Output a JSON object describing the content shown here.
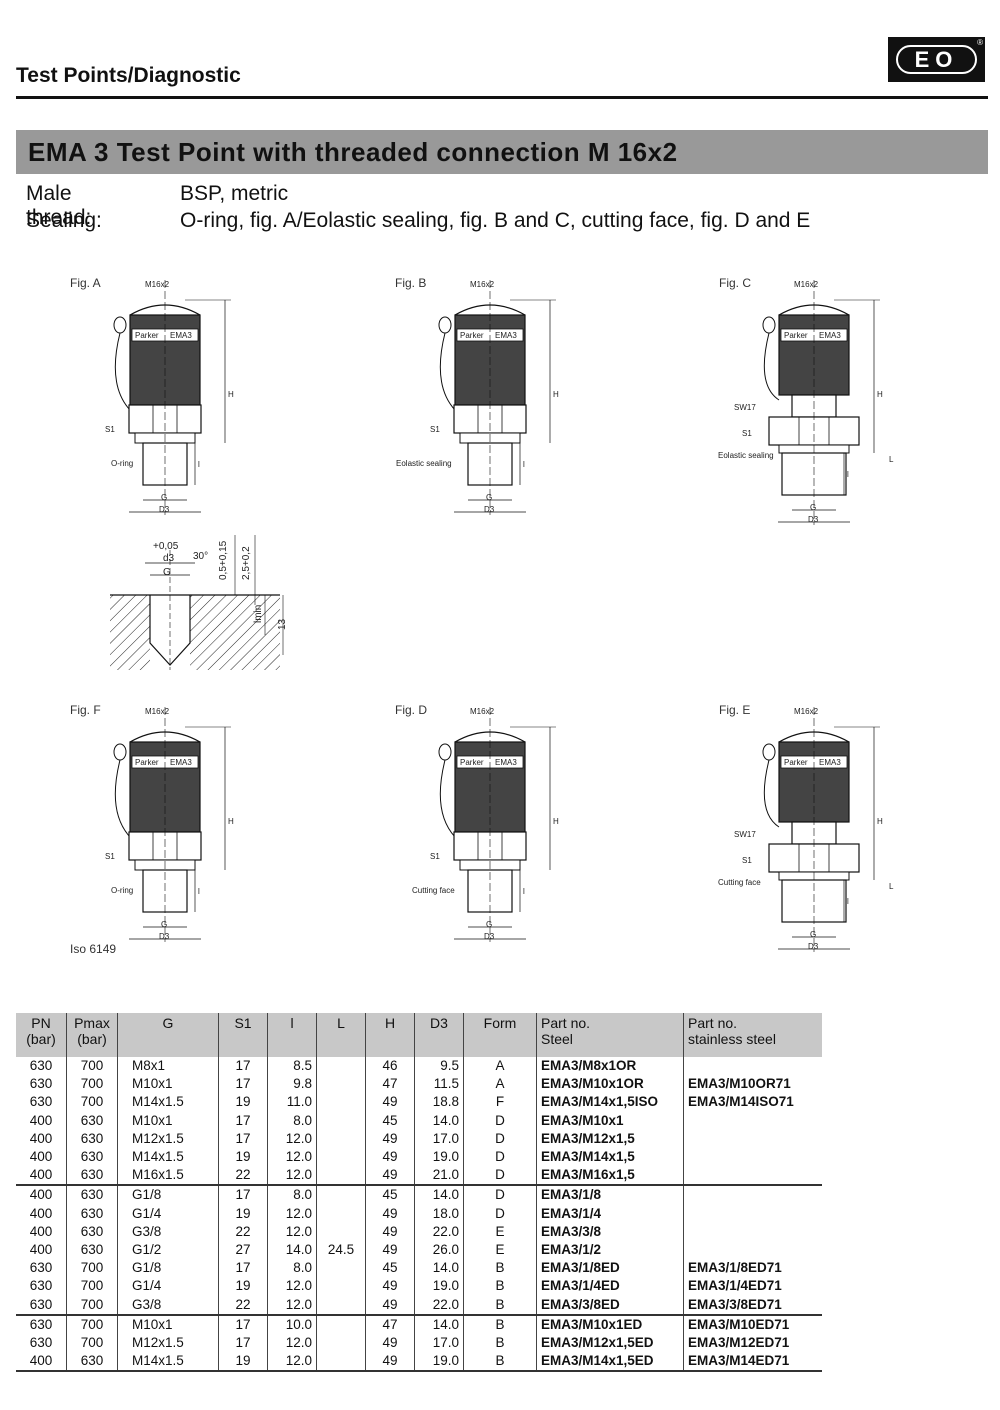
{
  "header": {
    "title": "Test Points/Diagnostic",
    "logo": "EO",
    "logo_mark": "®"
  },
  "section": {
    "title": "EMA 3  Test Point with threaded connection M 16x2"
  },
  "specs": [
    {
      "key": "Male thread:",
      "value": "BSP, metric"
    },
    {
      "key": "Sealing:",
      "value": "O-ring, fig. A/Eolastic sealing, fig. B and C, cutting face, fig. D and E"
    }
  ],
  "figures": {
    "a": {
      "label": "Fig. A",
      "thread": "M16x2",
      "s1": "S1",
      "seal": "O-ring",
      "g": "G",
      "d3": "D3",
      "h": "H",
      "l": "l",
      "brand": "Parker",
      "model": "EMA3"
    },
    "b": {
      "label": "Fig. B",
      "thread": "M16x2",
      "s1": "S1",
      "seal": "Eolastic sealing",
      "g": "G",
      "d3": "D3",
      "h": "H",
      "l": "l",
      "brand": "Parker",
      "model": "EMA3"
    },
    "c": {
      "label": "Fig. C",
      "thread": "M16x2",
      "sw": "SW17",
      "s1": "S1",
      "seal": "Eolastic sealing",
      "g": "G",
      "d3": "D3",
      "h": "H",
      "l": "l",
      "L": "L",
      "brand": "Parker",
      "model": "EMA3"
    },
    "f": {
      "label": "Fig. F",
      "thread": "M16x2",
      "s1": "S1",
      "seal": "O-ring",
      "g": "G",
      "d3": "D3",
      "h": "H",
      "l": "l",
      "brand": "Parker",
      "model": "EMA3",
      "iso": "Iso 6149"
    },
    "d": {
      "label": "Fig. D",
      "thread": "M16x2",
      "s1": "S1",
      "seal": "Cutting face",
      "g": "G",
      "d3": "D3",
      "h": "H",
      "l": "l",
      "brand": "Parker",
      "model": "EMA3"
    },
    "e": {
      "label": "Fig. E",
      "thread": "M16x2",
      "sw": "SW17",
      "s1": "S1",
      "seal": "Cutting face",
      "g": "G",
      "d3": "D3",
      "h": "H",
      "l": "l",
      "L": "L",
      "brand": "Parker",
      "model": "EMA3"
    }
  },
  "port_detail": {
    "tol": "+0,05",
    "d3": "d3",
    "angle": "30°",
    "g": "G",
    "dim1": "0,5+0,15",
    "dim2": "2,5+0,2",
    "dim3": "13",
    "lmin": "lmin"
  },
  "table": {
    "headers": [
      {
        "l1": "PN",
        "l2": "(bar)"
      },
      {
        "l1": "Pmax",
        "l2": "(bar)"
      },
      {
        "l1": "G",
        "l2": ""
      },
      {
        "l1": "S1",
        "l2": ""
      },
      {
        "l1": "l",
        "l2": ""
      },
      {
        "l1": "L",
        "l2": ""
      },
      {
        "l1": "H",
        "l2": ""
      },
      {
        "l1": "D3",
        "l2": ""
      },
      {
        "l1": "Form",
        "l2": ""
      },
      {
        "l1": "Part no.",
        "l2": "Steel"
      },
      {
        "l1": "Part no.",
        "l2": "stainless steel"
      }
    ],
    "rows": [
      [
        "630",
        "700",
        "M8x1",
        "17",
        "8.5",
        "",
        "46",
        "9.5",
        "A",
        "EMA3/M8x1OR",
        ""
      ],
      [
        "630",
        "700",
        "M10x1",
        "17",
        "9.8",
        "",
        "47",
        "11.5",
        "A",
        "EMA3/M10x1OR",
        "EMA3/M10OR71"
      ],
      [
        "630",
        "700",
        "M14x1.5",
        "19",
        "11.0",
        "",
        "49",
        "18.8",
        "F",
        "EMA3/M14x1,5ISO",
        "EMA3/M14ISO71"
      ],
      [
        "400",
        "630",
        "M10x1",
        "17",
        "8.0",
        "",
        "45",
        "14.0",
        "D",
        "EMA3/M10x1",
        ""
      ],
      [
        "400",
        "630",
        "M12x1.5",
        "17",
        "12.0",
        "",
        "49",
        "17.0",
        "D",
        "EMA3/M12x1,5",
        ""
      ],
      [
        "400",
        "630",
        "M14x1.5",
        "19",
        "12.0",
        "",
        "49",
        "19.0",
        "D",
        "EMA3/M14x1,5",
        ""
      ],
      [
        "400",
        "630",
        "M16x1.5",
        "22",
        "12.0",
        "",
        "49",
        "21.0",
        "D",
        "EMA3/M16x1,5",
        ""
      ],
      [
        "400",
        "630",
        "G1/8",
        "17",
        "8.0",
        "",
        "45",
        "14.0",
        "D",
        "EMA3/1/8",
        ""
      ],
      [
        "400",
        "630",
        "G1/4",
        "19",
        "12.0",
        "",
        "49",
        "18.0",
        "D",
        "EMA3/1/4",
        ""
      ],
      [
        "400",
        "630",
        "G3/8",
        "22",
        "12.0",
        "",
        "49",
        "22.0",
        "E",
        "EMA3/3/8",
        ""
      ],
      [
        "400",
        "630",
        "G1/2",
        "27",
        "14.0",
        "24.5",
        "49",
        "26.0",
        "E",
        "EMA3/1/2",
        ""
      ],
      [
        "630",
        "700",
        "G1/8",
        "17",
        "8.0",
        "",
        "45",
        "14.0",
        "B",
        "EMA3/1/8ED",
        "EMA3/1/8ED71"
      ],
      [
        "630",
        "700",
        "G1/4",
        "19",
        "12.0",
        "",
        "49",
        "19.0",
        "B",
        "EMA3/1/4ED",
        "EMA3/1/4ED71"
      ],
      [
        "630",
        "700",
        "G3/8",
        "22",
        "12.0",
        "",
        "49",
        "22.0",
        "B",
        "EMA3/3/8ED",
        "EMA3/3/8ED71"
      ],
      [
        "630",
        "700",
        "M10x1",
        "17",
        "10.0",
        "",
        "47",
        "14.0",
        "B",
        "EMA3/M10x1ED",
        "EMA3/M10ED71"
      ],
      [
        "630",
        "700",
        "M12x1.5",
        "17",
        "12.0",
        "",
        "49",
        "17.0",
        "B",
        "EMA3/M12x1,5ED",
        "EMA3/M12ED71"
      ],
      [
        "400",
        "630",
        "M14x1.5",
        "19",
        "12.0",
        "",
        "49",
        "19.0",
        "B",
        "EMA3/M14x1,5ED",
        "EMA3/M14ED71"
      ]
    ],
    "group_starts": [
      7,
      14
    ]
  }
}
